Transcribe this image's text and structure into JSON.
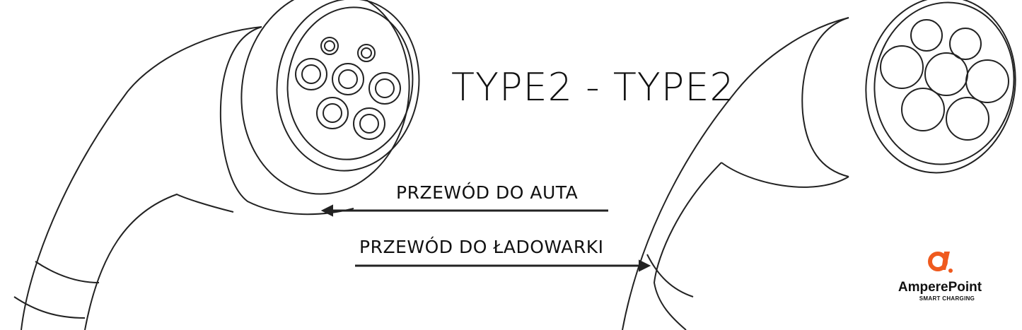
{
  "title": "TYPE2 - TYPE2",
  "labels": {
    "car_cable": "PRZEWÓD DO AUTA",
    "charger_cable": "PRZEWÓD DO ŁADOWARKI"
  },
  "logo": {
    "brand": "AmperePoint",
    "tagline": "SMART CHARGING",
    "accent": "#ef5a1e"
  }
}
